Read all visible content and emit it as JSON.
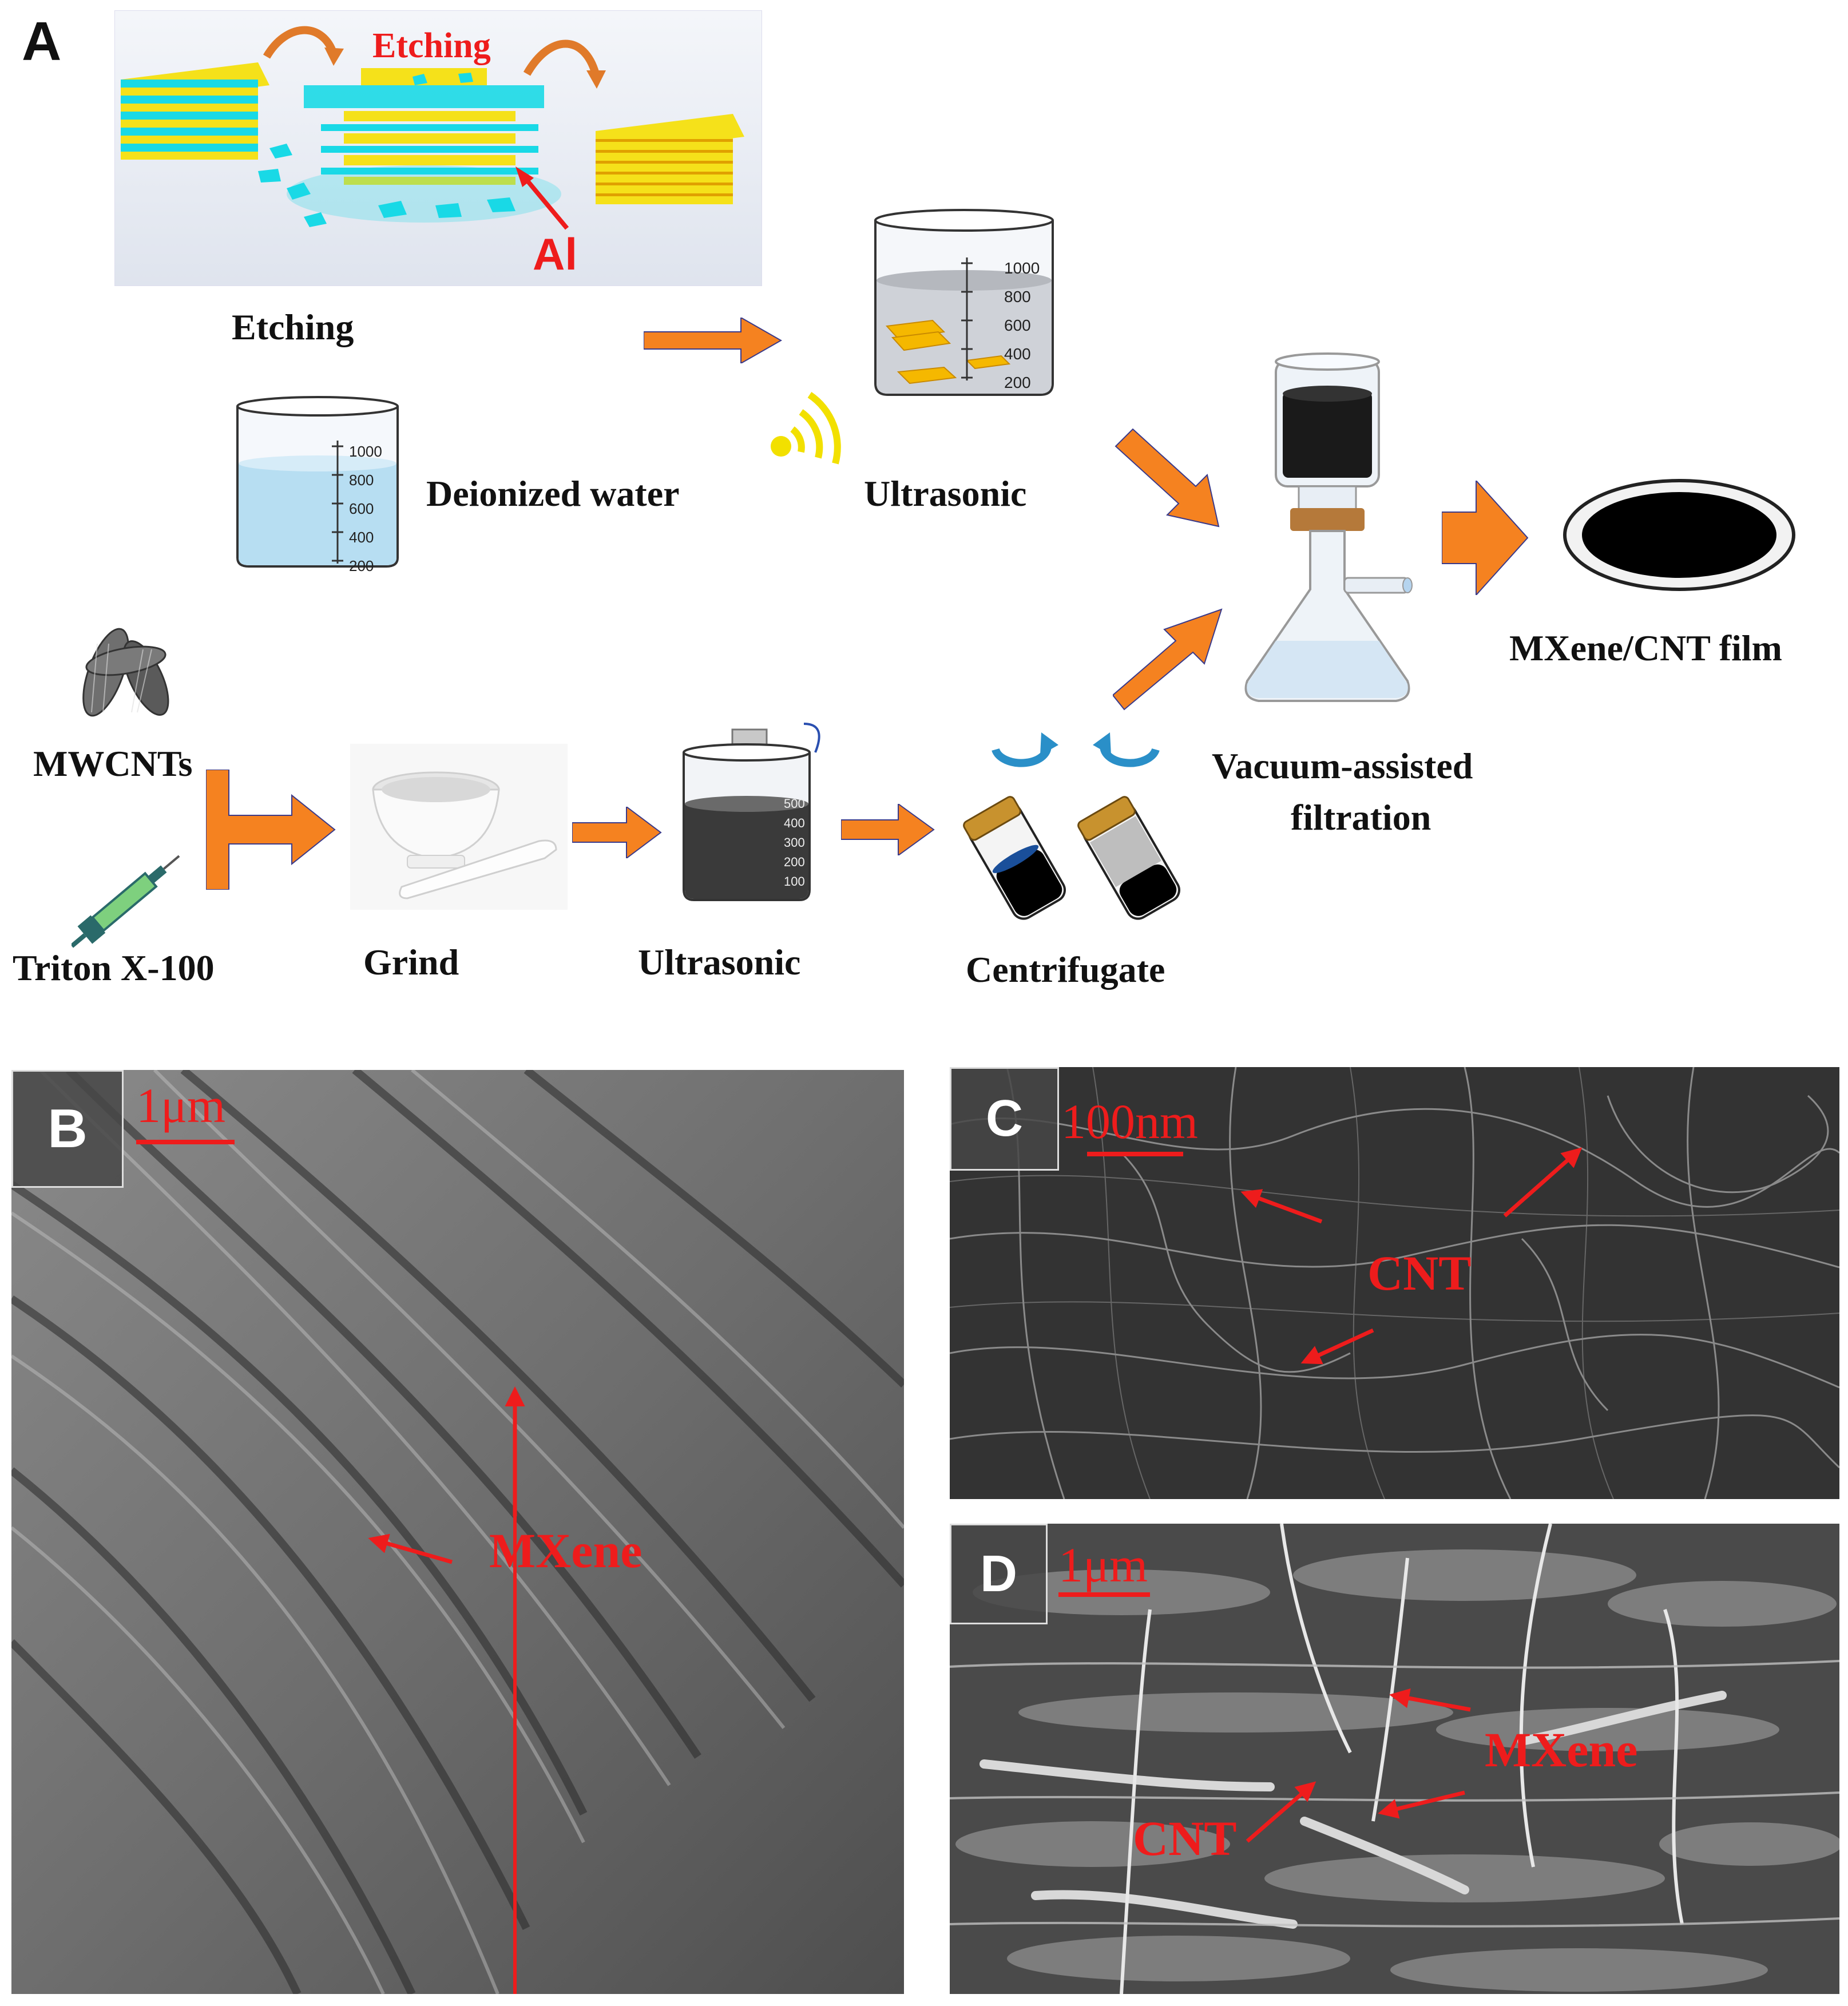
{
  "panel_a": {
    "letter": "A",
    "etching_inset": {
      "title": "Etching",
      "al_label": "Al"
    },
    "labels": {
      "etching": "Etching",
      "deionized_water": "Deionized water",
      "ultrasonic_top": "Ultrasonic",
      "mwcnts": "MWCNTs",
      "triton": "Triton X-100",
      "grind": "Grind",
      "ultrasonic_bottom": "Ultrasonic",
      "centrifugate": "Centrifugate",
      "vacuum_line1": "Vacuum-assisted",
      "vacuum_line2": "filtration",
      "film": "MXene/CNT film"
    },
    "beaker_large_ticks": [
      "1000",
      "800",
      "600",
      "400",
      "200"
    ],
    "beaker_small_ticks": [
      "500",
      "400",
      "300",
      "200",
      "100"
    ]
  },
  "panel_b": {
    "letter": "B",
    "scale": "1μm",
    "label": "MXene"
  },
  "panel_c": {
    "letter": "C",
    "scale": "100nm",
    "label": "CNT"
  },
  "panel_d": {
    "letter": "D",
    "scale": "1μm",
    "label_mxene": "MXene",
    "label_cnt": "CNT"
  },
  "colors": {
    "arrow": "#f58220",
    "label_red": "#ee1c1c",
    "mxene_yellow": "#f5e11a",
    "layer_cyan": "#19d9e6"
  }
}
